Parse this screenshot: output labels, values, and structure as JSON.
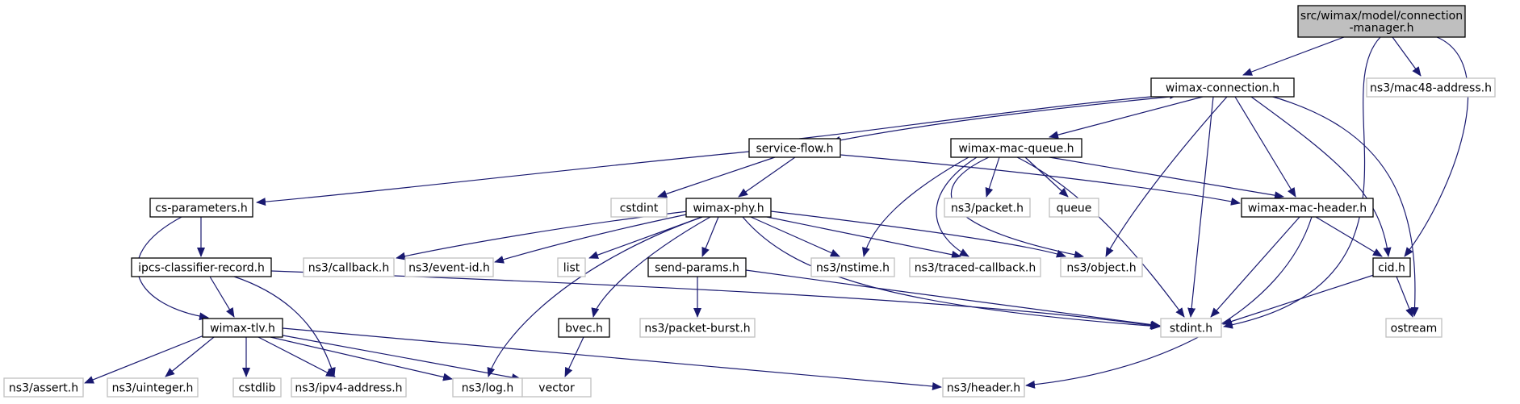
{
  "diagram": {
    "nodes": [
      {
        "id": "connection-manager",
        "lines": [
          "src/wimax/model/connection",
          "-manager.h"
        ],
        "style": "root"
      },
      {
        "id": "wimax-connection",
        "lines": [
          "wimax-connection.h"
        ],
        "style": "doc"
      },
      {
        "id": "mac48-address",
        "lines": [
          "ns3/mac48-address.h"
        ],
        "style": "ext"
      },
      {
        "id": "service-flow",
        "lines": [
          "service-flow.h"
        ],
        "style": "doc"
      },
      {
        "id": "wimax-mac-queue",
        "lines": [
          "wimax-mac-queue.h"
        ],
        "style": "doc"
      },
      {
        "id": "cs-parameters",
        "lines": [
          "cs-parameters.h"
        ],
        "style": "doc"
      },
      {
        "id": "cstdint",
        "lines": [
          "cstdint"
        ],
        "style": "ext"
      },
      {
        "id": "wimax-phy",
        "lines": [
          "wimax-phy.h"
        ],
        "style": "doc"
      },
      {
        "id": "ns3-packet",
        "lines": [
          "ns3/packet.h"
        ],
        "style": "ext"
      },
      {
        "id": "queue",
        "lines": [
          "queue"
        ],
        "style": "ext"
      },
      {
        "id": "wimax-mac-header",
        "lines": [
          "wimax-mac-header.h"
        ],
        "style": "doc"
      },
      {
        "id": "ipcs-classifier-record",
        "lines": [
          "ipcs-classifier-record.h"
        ],
        "style": "doc"
      },
      {
        "id": "ns3-callback",
        "lines": [
          "ns3/callback.h"
        ],
        "style": "ext"
      },
      {
        "id": "ns3-event-id",
        "lines": [
          "ns3/event-id.h"
        ],
        "style": "ext"
      },
      {
        "id": "list",
        "lines": [
          "list"
        ],
        "style": "ext"
      },
      {
        "id": "send-params",
        "lines": [
          "send-params.h"
        ],
        "style": "doc"
      },
      {
        "id": "ns3-nstime",
        "lines": [
          "ns3/nstime.h"
        ],
        "style": "ext"
      },
      {
        "id": "ns3-traced-callback",
        "lines": [
          "ns3/traced-callback.h"
        ],
        "style": "ext"
      },
      {
        "id": "ns3-object",
        "lines": [
          "ns3/object.h"
        ],
        "style": "ext"
      },
      {
        "id": "cid",
        "lines": [
          "cid.h"
        ],
        "style": "doc"
      },
      {
        "id": "wimax-tlv",
        "lines": [
          "wimax-tlv.h"
        ],
        "style": "doc"
      },
      {
        "id": "bvec",
        "lines": [
          "bvec.h"
        ],
        "style": "doc"
      },
      {
        "id": "ns3-packet-burst",
        "lines": [
          "ns3/packet-burst.h"
        ],
        "style": "ext"
      },
      {
        "id": "stdint",
        "lines": [
          "stdint.h"
        ],
        "style": "ext"
      },
      {
        "id": "ostream",
        "lines": [
          "ostream"
        ],
        "style": "ext"
      },
      {
        "id": "ns3-assert",
        "lines": [
          "ns3/assert.h"
        ],
        "style": "ext"
      },
      {
        "id": "ns3-uinteger",
        "lines": [
          "ns3/uinteger.h"
        ],
        "style": "ext"
      },
      {
        "id": "cstdlib",
        "lines": [
          "cstdlib"
        ],
        "style": "ext"
      },
      {
        "id": "ns3-ipv4-address",
        "lines": [
          "ns3/ipv4-address.h"
        ],
        "style": "ext"
      },
      {
        "id": "ns3-log",
        "lines": [
          "ns3/log.h"
        ],
        "style": "ext"
      },
      {
        "id": "vector",
        "lines": [
          "vector"
        ],
        "style": "ext"
      },
      {
        "id": "ns3-header",
        "lines": [
          "ns3/header.h"
        ],
        "style": "ext"
      }
    ],
    "colors": {
      "edge": "#191970",
      "root_fill": "#bfbfbf",
      "doc_stroke": "#000000",
      "ext_stroke": "#bfbfbf",
      "text": "#000000"
    }
  }
}
